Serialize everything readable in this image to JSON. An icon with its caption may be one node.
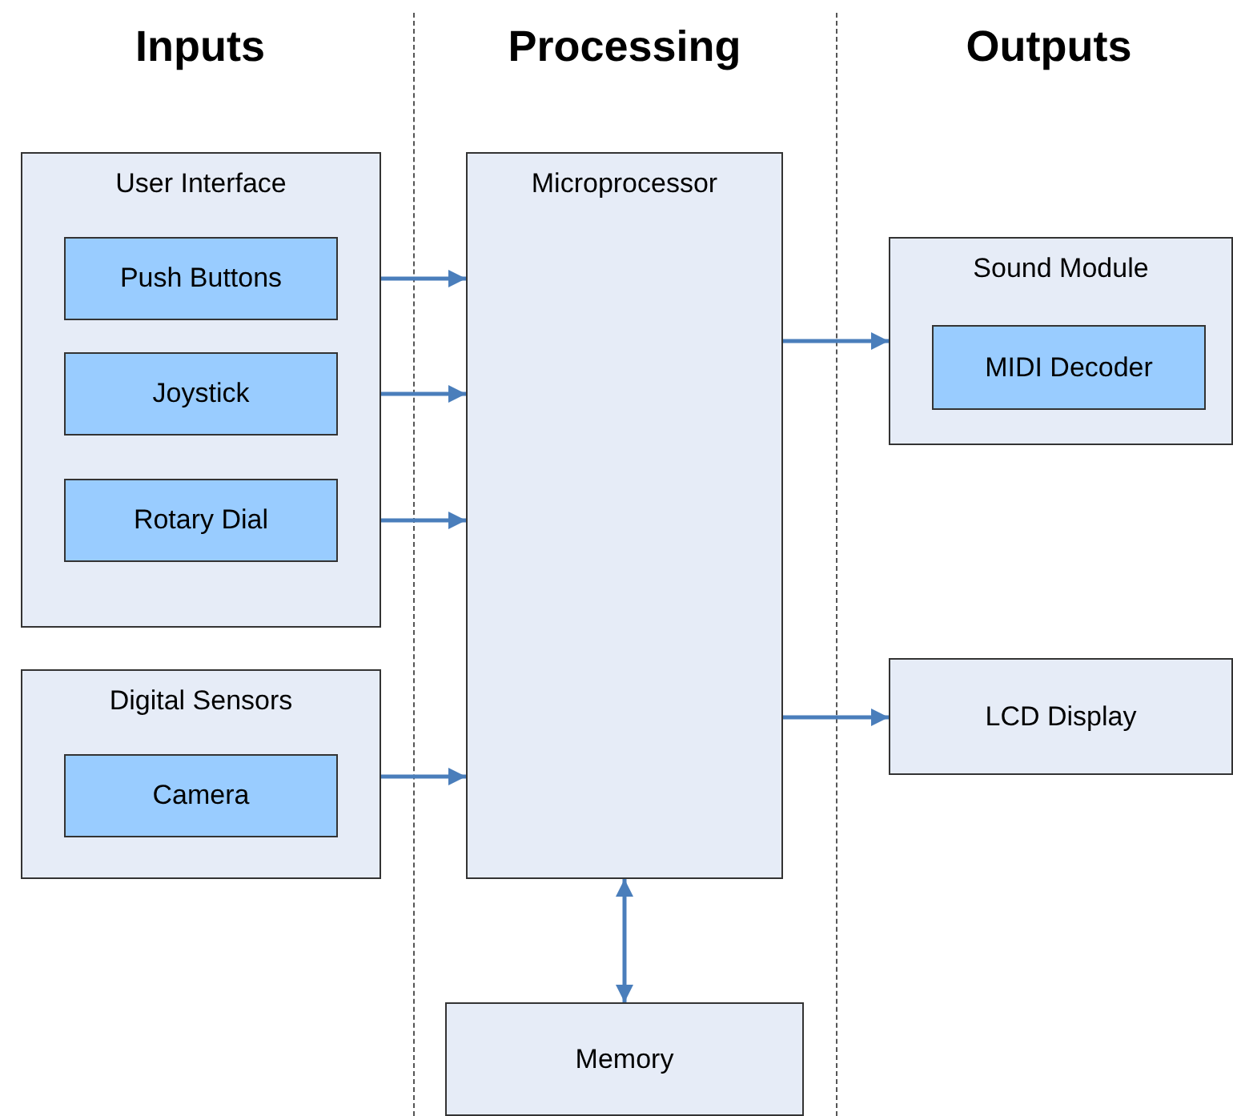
{
  "diagram": {
    "nodes": [
      {
        "text": [
          "User Interface"
        ]
      },
      {
        "text": [
          "Push Buttons"
        ],
        "in": 0
      },
      {
        "text": [
          "Joystick"
        ],
        "in": 0
      },
      {
        "text": [
          "Rotary Dial"
        ],
        "in": 0
      },
      {
        "text": [
          "Digital Sensors"
        ]
      },
      {
        "text": [
          "Camera"
        ],
        "in": 4
      },
      {
        "text": [
          "Microprocessor"
        ]
      },
      {
        "text": [
          "Sound Module"
        ]
      },
      {
        "text": [
          "MIDI Decoder"
        ],
        "in": 7
      },
      {
        "text": [
          "LCD Display"
        ]
      },
      {
        "text": [
          "Memory"
        ]
      }
    ],
    "edges": [
      {
        "from": 1,
        "to": 6,
        "arrow": "to"
      },
      {
        "from": 2,
        "to": 6,
        "arrow": "to"
      },
      {
        "from": 3,
        "to": 6,
        "arrow": "to"
      },
      {
        "from": 4,
        "to": 6,
        "arrow": "to"
      },
      {
        "from": 6,
        "to": 7,
        "arrow": "to"
      },
      {
        "from": 6,
        "to": 9,
        "arrow": "to"
      },
      {
        "from": 6,
        "to": 10,
        "arrow": "both"
      }
    ],
    "labels": [
      "Inputs",
      "Processing",
      "Outputs"
    ]
  }
}
